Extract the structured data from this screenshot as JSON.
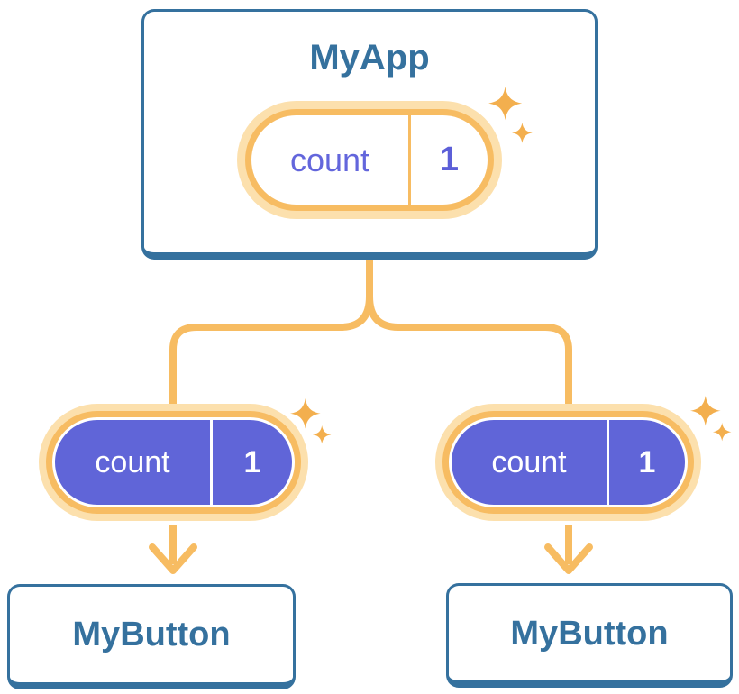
{
  "diagram": {
    "root_card": {
      "title": "MyApp",
      "state_pill": {
        "label": "count",
        "value": "1"
      }
    },
    "children": [
      {
        "title": "MyButton",
        "prop_pill": {
          "label": "count",
          "value": "1"
        }
      },
      {
        "title": "MyButton",
        "prop_pill": {
          "label": "count",
          "value": "1"
        }
      }
    ],
    "colors": {
      "card_border_blue": "#35719E",
      "title_text_blue": "#35719E",
      "connector_orange": "#F7BC62",
      "pill_glow_light": "#FCE0AD",
      "pill_purple_fill": "#6065D8",
      "pill_text_purple": "#6366DC",
      "sparkle_orange": "#F3AF4E",
      "background": "#FFFFFF"
    }
  }
}
